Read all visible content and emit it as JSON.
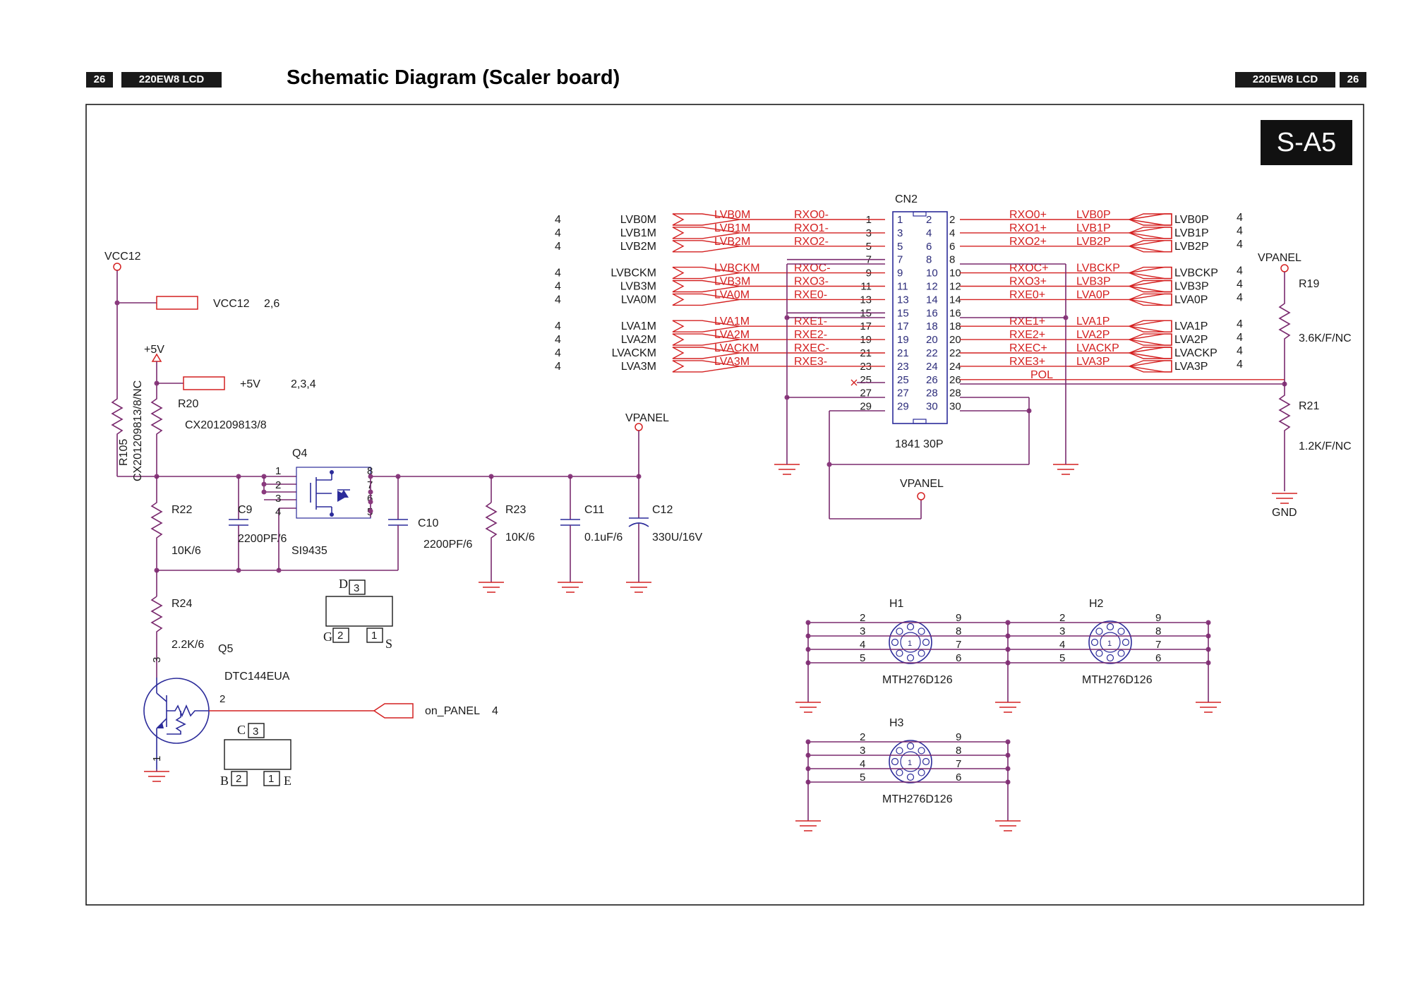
{
  "header": {
    "page_left": "26",
    "model_left": "220EW8 LCD",
    "title": "Schematic Diagram (Scaler board)",
    "model_right": "220EW8 LCD",
    "page_right": "26",
    "section": "S-A5"
  },
  "power": {
    "vcc12": "VCC12",
    "vcc12_port": "VCC12",
    "vcc12_ref": "2,6",
    "p5v": "+5V",
    "p5v_port": "+5V",
    "p5v_ref": "2,3,4",
    "vpanel_top": "VPANEL",
    "vpanel_mid": "VPANEL",
    "vpanel_right": "VPANEL",
    "gnd": "GND"
  },
  "components": {
    "r105": "R105",
    "r105_val": "CX201209813/8/NC",
    "r20": "R20",
    "r20_val": "CX201209813/8",
    "q4": "Q4",
    "q4_part": "SI9435",
    "c9": "C9",
    "c9_val": "2200PF/6",
    "c10": "C10",
    "c10_val": "2200PF/6",
    "r22": "R22",
    "r22_val": "10K/6",
    "r23": "R23",
    "r23_val": "10K/6",
    "c11": "C11",
    "c11_val": "0.1uF/6",
    "c12": "C12",
    "c12_val": "330U/16V",
    "r24": "R24",
    "r24_val": "2.2K/6",
    "q5": "Q5",
    "q5_part": "DTC144EUA",
    "on_panel": "on_PANEL",
    "on_panel_ref": "4",
    "r19": "R19",
    "r19_val": "3.6K/F/NC",
    "r21": "R21",
    "r21_val": "1.2K/F/NC",
    "cn2": "CN2",
    "cn2_part": "1841 30P",
    "h1": "H1",
    "h2": "H2",
    "h3": "H3",
    "mth": "MTH276D126",
    "pkg_d": "D",
    "pkg_g": "G",
    "pkg_s": "S",
    "pkg_c": "C",
    "pkg_b": "B",
    "pkg_e": "E"
  },
  "cn2_left": [
    {
      "sheet": "4",
      "port": "LVB0M",
      "net": "LVB0M",
      "sig": "RXO0-",
      "pin": "1"
    },
    {
      "sheet": "4",
      "port": "LVB1M",
      "net": "LVB1M",
      "sig": "RXO1-",
      "pin": "3"
    },
    {
      "sheet": "4",
      "port": "LVB2M",
      "net": "LVB2M",
      "sig": "RXO2-",
      "pin": "5"
    },
    {
      "sheet": "",
      "port": "",
      "net": "",
      "sig": "",
      "pin": "7"
    },
    {
      "sheet": "4",
      "port": "LVBCKM",
      "net": "LVBCKM",
      "sig": "RXOC-",
      "pin": "9"
    },
    {
      "sheet": "4",
      "port": "LVB3M",
      "net": "LVB3M",
      "sig": "RXO3-",
      "pin": "11"
    },
    {
      "sheet": "4",
      "port": "LVA0M",
      "net": "LVA0M",
      "sig": "RXE0-",
      "pin": "13"
    },
    {
      "sheet": "",
      "port": "",
      "net": "",
      "sig": "",
      "pin": "15"
    },
    {
      "sheet": "4",
      "port": "LVA1M",
      "net": "LVA1M",
      "sig": "RXE1-",
      "pin": "17"
    },
    {
      "sheet": "4",
      "port": "LVA2M",
      "net": "LVA2M",
      "sig": "RXE2-",
      "pin": "19"
    },
    {
      "sheet": "4",
      "port": "LVACKM",
      "net": "LVACKM",
      "sig": "RXEC-",
      "pin": "21"
    },
    {
      "sheet": "4",
      "port": "LVA3M",
      "net": "LVA3M",
      "sig": "RXE3-",
      "pin": "23"
    },
    {
      "sheet": "",
      "port": "",
      "net": "",
      "sig": "",
      "pin": "25"
    },
    {
      "sheet": "",
      "port": "",
      "net": "",
      "sig": "",
      "pin": "27"
    },
    {
      "sheet": "",
      "port": "",
      "net": "",
      "sig": "",
      "pin": "29"
    }
  ],
  "cn2_right": [
    {
      "sheet": "4",
      "port": "LVB0P",
      "net": "LVB0P",
      "sig": "RXO0+",
      "pin": "2"
    },
    {
      "sheet": "4",
      "port": "LVB1P",
      "net": "LVB1P",
      "sig": "RXO1+",
      "pin": "4"
    },
    {
      "sheet": "4",
      "port": "LVB2P",
      "net": "LVB2P",
      "sig": "RXO2+",
      "pin": "6"
    },
    {
      "sheet": "",
      "port": "",
      "net": "",
      "sig": "",
      "pin": "8"
    },
    {
      "sheet": "4",
      "port": "LVBCKP",
      "net": "LVBCKP",
      "sig": "RXOC+",
      "pin": "10"
    },
    {
      "sheet": "4",
      "port": "LVB3P",
      "net": "LVB3P",
      "sig": "RXO3+",
      "pin": "12"
    },
    {
      "sheet": "4",
      "port": "LVA0P",
      "net": "LVA0P",
      "sig": "RXE0+",
      "pin": "14"
    },
    {
      "sheet": "",
      "port": "",
      "net": "",
      "sig": "",
      "pin": "16"
    },
    {
      "sheet": "4",
      "port": "LVA1P",
      "net": "LVA1P",
      "sig": "RXE1+",
      "pin": "18"
    },
    {
      "sheet": "4",
      "port": "LVA2P",
      "net": "LVA2P",
      "sig": "RXE2+",
      "pin": "20"
    },
    {
      "sheet": "4",
      "port": "LVACKP",
      "net": "LVACKP",
      "sig": "RXEC+",
      "pin": "22"
    },
    {
      "sheet": "4",
      "port": "LVA3P",
      "net": "LVA3P",
      "sig": "RXE3+",
      "pin": "24"
    },
    {
      "sheet": "",
      "port": "",
      "net": "POL",
      "sig": "",
      "pin": "26"
    },
    {
      "sheet": "",
      "port": "",
      "net": "",
      "sig": "",
      "pin": "28"
    },
    {
      "sheet": "",
      "port": "",
      "net": "",
      "sig": "",
      "pin": "30"
    }
  ],
  "hole_pins": {
    "left": [
      "2",
      "3",
      "4",
      "5"
    ],
    "right": [
      "9",
      "8",
      "7",
      "6"
    ],
    "center": "1"
  },
  "q4_pins": [
    "1",
    "2",
    "3",
    "4",
    "8",
    "7",
    "6",
    "5"
  ],
  "pkg_pins": {
    "three": "3",
    "two": "2",
    "one": "1"
  },
  "q5_pins": {
    "c": "3",
    "b": "2",
    "e": "1"
  }
}
